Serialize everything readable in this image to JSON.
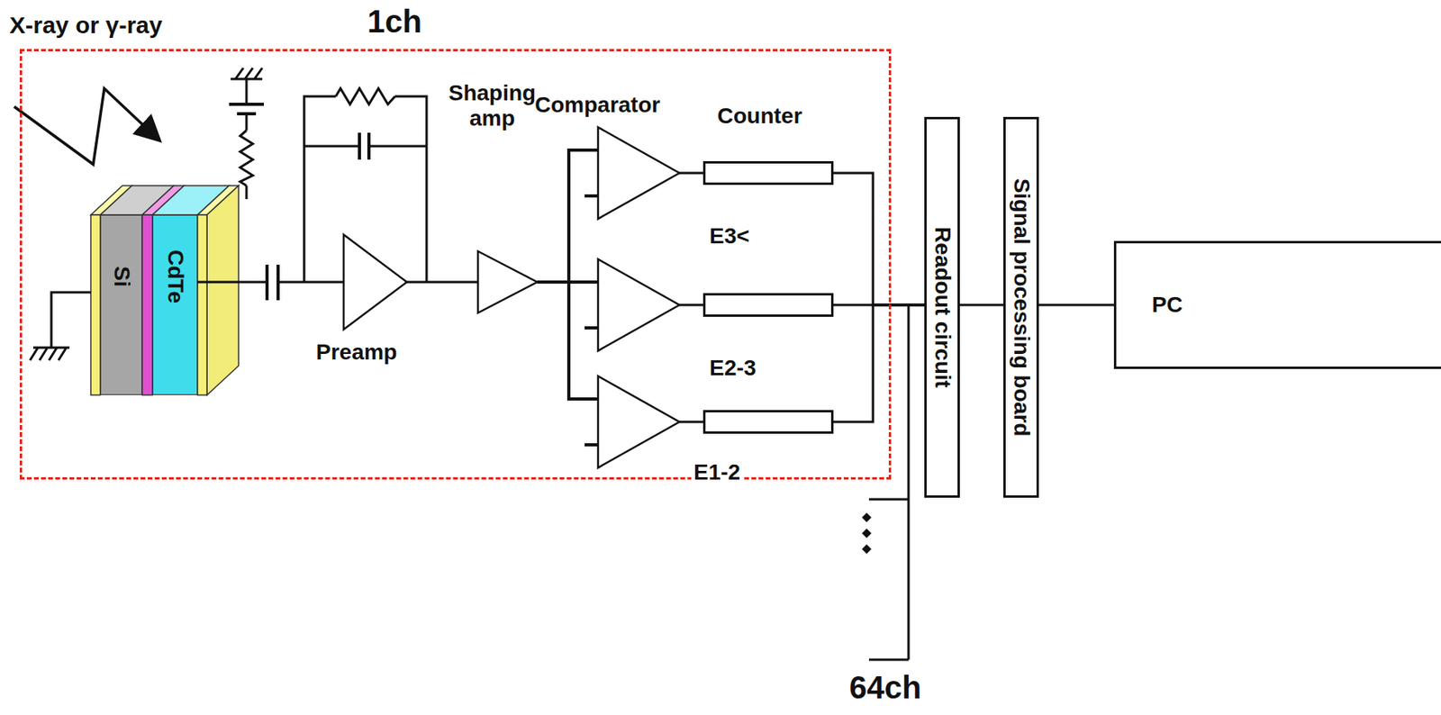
{
  "diagram": {
    "nodes": [
      {
        "text": [
          "1ch"
        ]
      },
      {
        "text": [
          "Si"
        ],
        "in": 0
      },
      {
        "text": [
          "CdTe"
        ],
        "in": 0
      },
      {
        "text": [
          "Preamp"
        ],
        "in": 0
      },
      {
        "text": [
          "Shaping amp"
        ],
        "in": 0
      },
      {
        "text": [
          "Comparator",
          "E3<"
        ],
        "in": 0
      },
      {
        "text": [
          "E2-3"
        ],
        "in": 0
      },
      {
        "text": [
          "E1-2"
        ],
        "in": 0
      },
      {
        "text": [
          "Counter"
        ],
        "in": 0
      },
      {
        "text": [],
        "in": 0
      },
      {
        "text": [],
        "in": 0
      },
      {
        "text": [
          "Readout circuit"
        ]
      },
      {
        "text": [
          "Signal processing board"
        ]
      },
      {
        "text": [
          "PC"
        ]
      }
    ],
    "edges": [
      {
        "from": 2,
        "to": 3,
        "arrow": "none"
      },
      {
        "from": 3,
        "to": 4,
        "arrow": "none"
      },
      {
        "from": 4,
        "to": 5,
        "arrow": "none"
      },
      {
        "from": 4,
        "to": 6,
        "arrow": "none"
      },
      {
        "from": 4,
        "to": 7,
        "arrow": "none"
      },
      {
        "from": 5,
        "to": 8,
        "arrow": "none"
      },
      {
        "from": 6,
        "to": 9,
        "arrow": "none"
      },
      {
        "from": 7,
        "to": 10,
        "arrow": "none"
      },
      {
        "from": 8,
        "to": 11,
        "arrow": "none"
      },
      {
        "from": 9,
        "to": 11,
        "arrow": "none"
      },
      {
        "from": 10,
        "to": 11,
        "arrow": "none"
      },
      {
        "from": 11,
        "to": 12,
        "arrow": "none"
      },
      {
        "from": 12,
        "to": 13,
        "arrow": "none"
      }
    ],
    "labels": [
      "X-ray or γ-ray",
      "64ch"
    ]
  }
}
